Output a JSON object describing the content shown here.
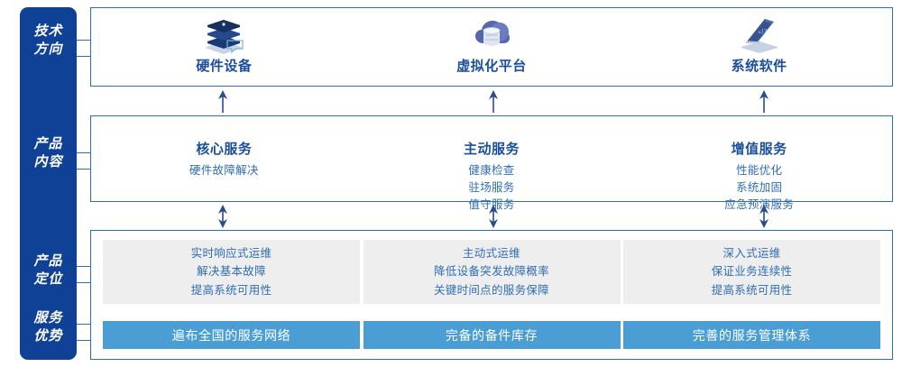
{
  "colors": {
    "rail_blue": "#0f4196",
    "outline_blue": "#2f6db5",
    "title_blue": "#1b4f9c",
    "text_blue": "#2f6db5",
    "grey_card": "#eeeeee",
    "blue_bar": "#4a9ed4",
    "white": "#ffffff"
  },
  "sidebar": {
    "items": [
      {
        "id": "tech-direction",
        "line1": "技术",
        "line2": "方向"
      },
      {
        "id": "product-content",
        "line1": "产品",
        "line2": "内容"
      },
      {
        "id": "product-position",
        "line1": "产品",
        "line2": "定位"
      },
      {
        "id": "service-advantage",
        "line1": "服务",
        "line2": "优势"
      }
    ]
  },
  "tech_direction": {
    "columns": [
      {
        "icon": "stacked-servers-icon",
        "title": "硬件设备"
      },
      {
        "icon": "cloud-database-icon",
        "title": "虚拟化平台"
      },
      {
        "icon": "laptop-code-icon",
        "title": "系统软件"
      }
    ]
  },
  "product_content": {
    "columns": [
      {
        "title": "核心服务",
        "items": [
          "硬件故障解决"
        ]
      },
      {
        "title": "主动服务",
        "items": [
          "健康检查",
          "驻场服务",
          "值守服务"
        ]
      },
      {
        "title": "增值服务",
        "items": [
          "性能优化",
          "系统加固",
          "应急预演服务"
        ]
      }
    ]
  },
  "product_position": {
    "cards": [
      {
        "lines": [
          "实时响应式运维",
          "解决基本故障",
          "提高系统可用性"
        ]
      },
      {
        "lines": [
          "主动式运维",
          "降低设备突发故障概率",
          "关键时间点的服务保障"
        ]
      },
      {
        "lines": [
          "深入式运维",
          "保证业务连续性",
          "提高系统可用性"
        ]
      }
    ]
  },
  "service_advantage": {
    "bars": [
      {
        "label": "遍布全国的服务网络"
      },
      {
        "label": "完备的备件库存"
      },
      {
        "label": "完善的服务管理体系"
      }
    ]
  },
  "connectors": {
    "single_up_arrows": 3,
    "double_arrows": 3
  }
}
